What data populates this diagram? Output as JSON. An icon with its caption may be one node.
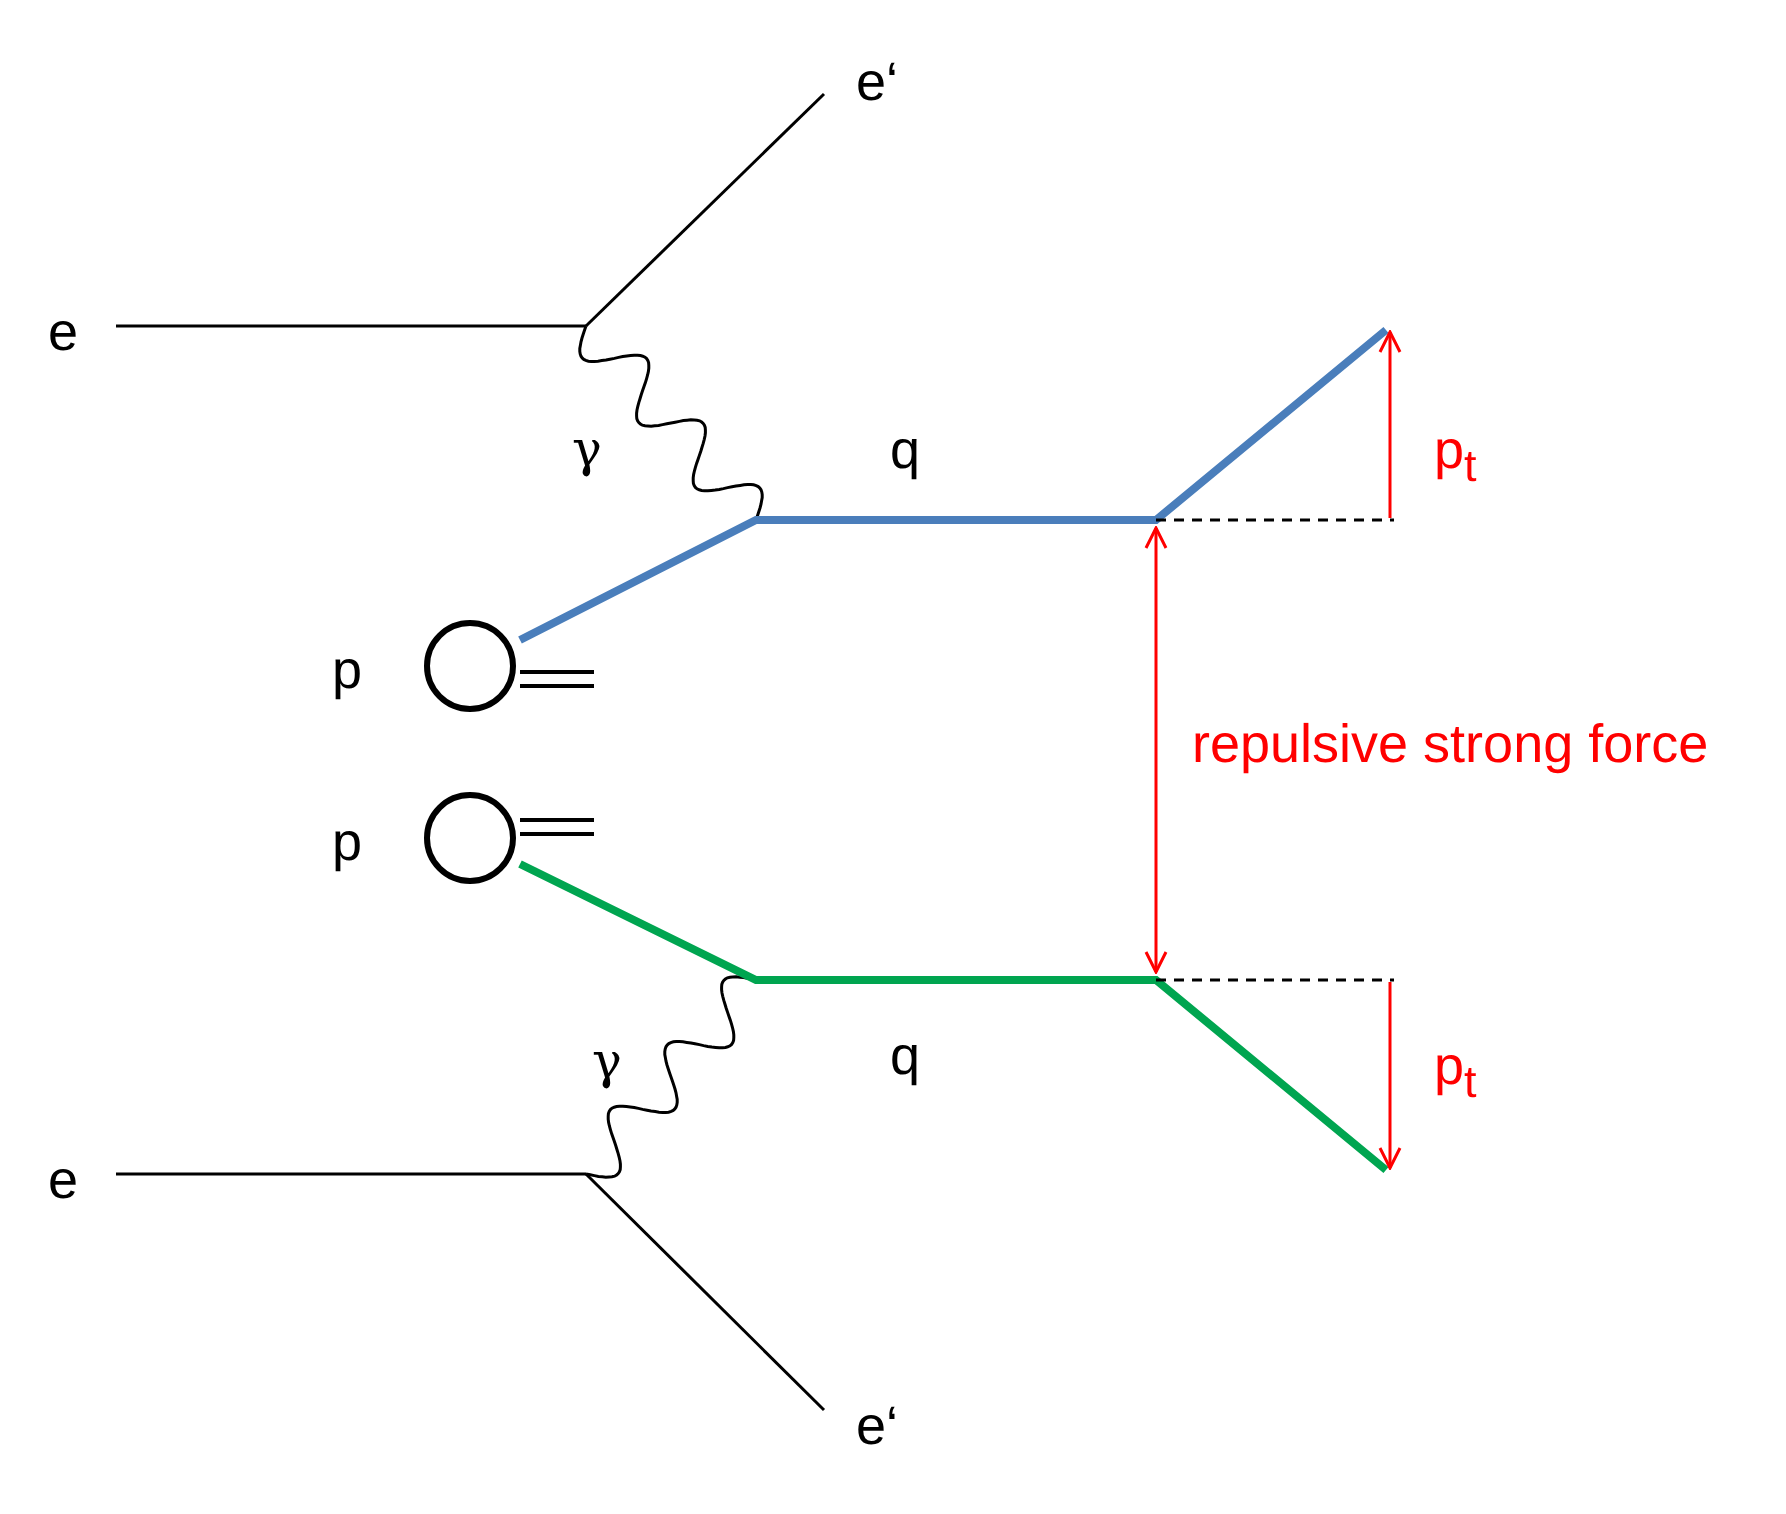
{
  "diagram": {
    "nodes": [
      {
        "text": [],
        "shape": "circle",
        "beside": [
          "p"
        ]
      },
      {
        "text": [],
        "shape": "circle",
        "beside": [
          "p"
        ]
      }
    ],
    "labels": [
      "e‘",
      "e",
      "γ",
      "q",
      "p$_{t}$",
      "repulsive strong force",
      "γ",
      "q",
      "p$_{t}$",
      "e",
      "e‘"
    ]
  }
}
